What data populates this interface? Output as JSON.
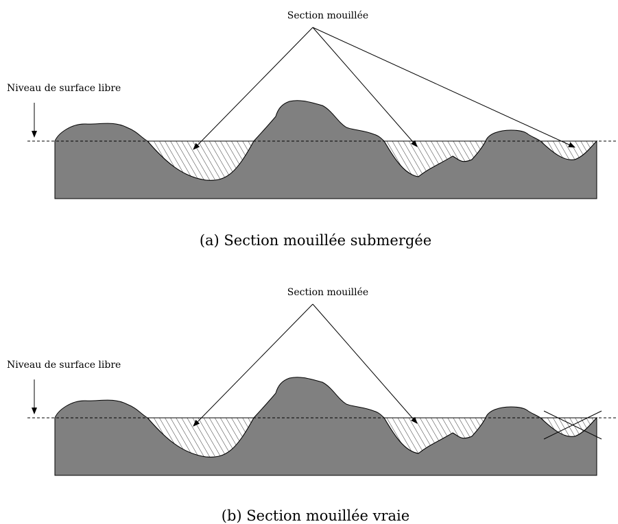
{
  "panels": [
    {
      "id": "a",
      "callout_label": "Section mouillée",
      "water_label": "Niveau de surface libre",
      "caption": "(a) Section mouillée submergée"
    },
    {
      "id": "b",
      "callout_label": "Section mouillée",
      "water_label": "Niveau de surface libre",
      "caption": "(b) Section mouillée vraie"
    }
  ],
  "colors": {
    "terrain": "#808080",
    "outline": "#000000",
    "hatch": "#000000",
    "background": "#ffffff"
  }
}
